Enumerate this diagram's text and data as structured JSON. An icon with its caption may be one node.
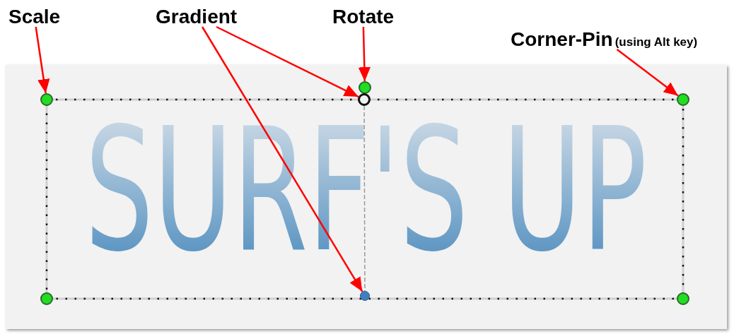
{
  "diagram": {
    "nodes": [
      {
        "text": [
          "Scale"
        ]
      },
      {
        "text": [
          "Gradient"
        ]
      },
      {
        "text": [
          "Rotate"
        ]
      },
      {
        "text": [
          "Corner-Pin",
          "(using Alt key)"
        ]
      },
      {
        "text": [],
        "shape": "circle"
      },
      {
        "text": [],
        "shape": "circle"
      },
      {
        "text": [],
        "shape": "circle"
      },
      {
        "text": [],
        "shape": "circle"
      },
      {
        "text": [],
        "shape": "circle"
      },
      {
        "text": [],
        "shape": "circle"
      },
      {
        "text": [],
        "shape": "circle"
      }
    ],
    "edges": [
      {
        "from": 0,
        "to": 4,
        "arrow": "to"
      },
      {
        "from": 1,
        "to": 6,
        "arrow": "to"
      },
      {
        "from": 1,
        "to": 8,
        "arrow": "to"
      },
      {
        "from": 2,
        "to": 5,
        "arrow": "to"
      },
      {
        "from": 3,
        "to": 7,
        "arrow": "to"
      },
      {
        "from": 6,
        "to": 8,
        "arrow": "none",
        "style": "dashed",
        "color": "#999999"
      }
    ],
    "labels": [
      "SURF'S UP"
    ]
  }
}
